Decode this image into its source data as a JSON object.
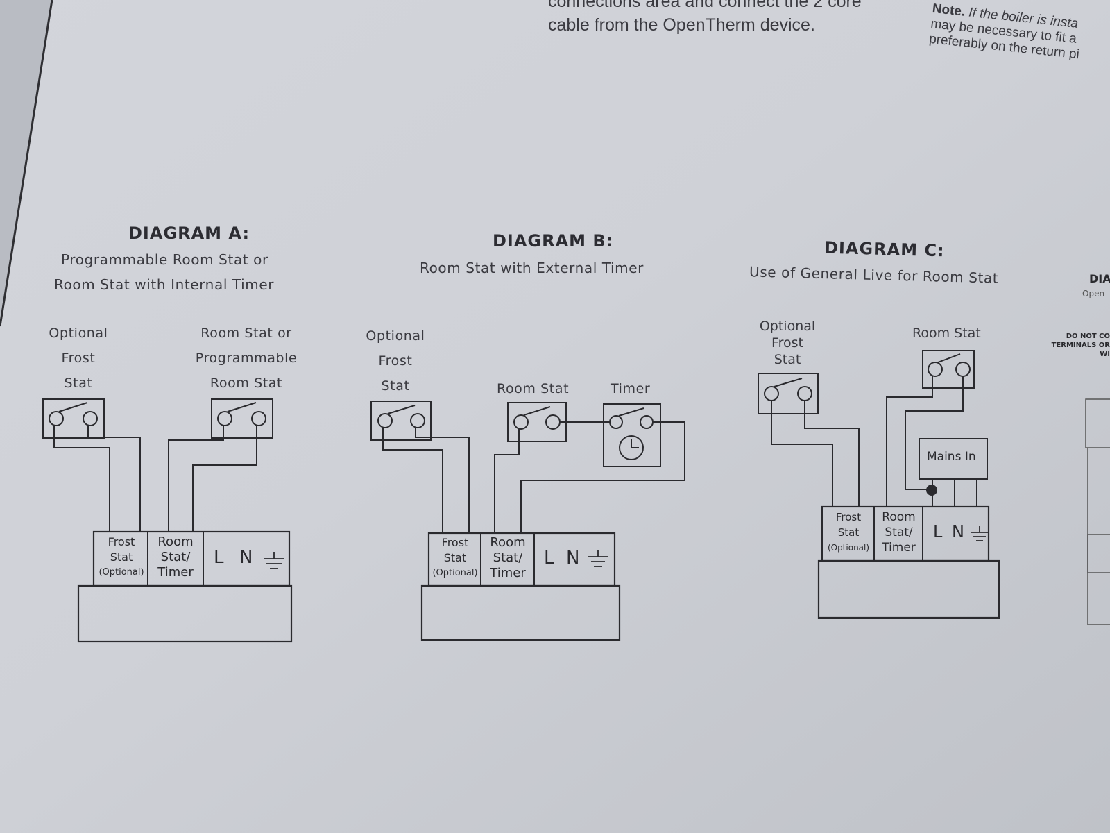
{
  "intro": {
    "line1": "connections area and connect the 2 core",
    "line2": "cable from the OpenTherm device."
  },
  "note": {
    "label": "Note.",
    "line1": "If the boiler is insta",
    "line2": "may be necessary to fit a",
    "line3": "preferably on the return pi"
  },
  "diagram_a": {
    "title": "DIAGRAM A:",
    "subtitle_line1": "Programmable Room Stat or",
    "subtitle_line2": "Room Stat with Internal Timer",
    "frost_label": [
      "Optional",
      "Frost",
      "Stat"
    ],
    "room_label": [
      "Room Stat or",
      "Programmable",
      "Room Stat"
    ]
  },
  "diagram_b": {
    "title": "DIAGRAM B:",
    "subtitle": "Room Stat with External Timer",
    "frost_label": [
      "Optional",
      "Frost",
      "Stat"
    ],
    "room_label": "Room Stat",
    "timer_label": "Timer"
  },
  "diagram_c": {
    "title": "DIAGRAM C:",
    "subtitle": "Use of General Live for Room Stat",
    "frost_label": [
      "Optional",
      "Frost",
      "Stat"
    ],
    "room_label": "Room Stat",
    "mains_label": "Mains In"
  },
  "terminal_block": {
    "frost": [
      "Frost",
      "Stat",
      "(Optional)"
    ],
    "room": [
      "Room",
      "Stat/",
      "Timer"
    ],
    "live": "L",
    "neutral": "N"
  },
  "diagram_d_partial": {
    "title": "DIA",
    "sub": "Open",
    "warning_line1": "DO NOT CO",
    "warning_line2": "TERMINALS OR",
    "warning_line3": "WI"
  }
}
